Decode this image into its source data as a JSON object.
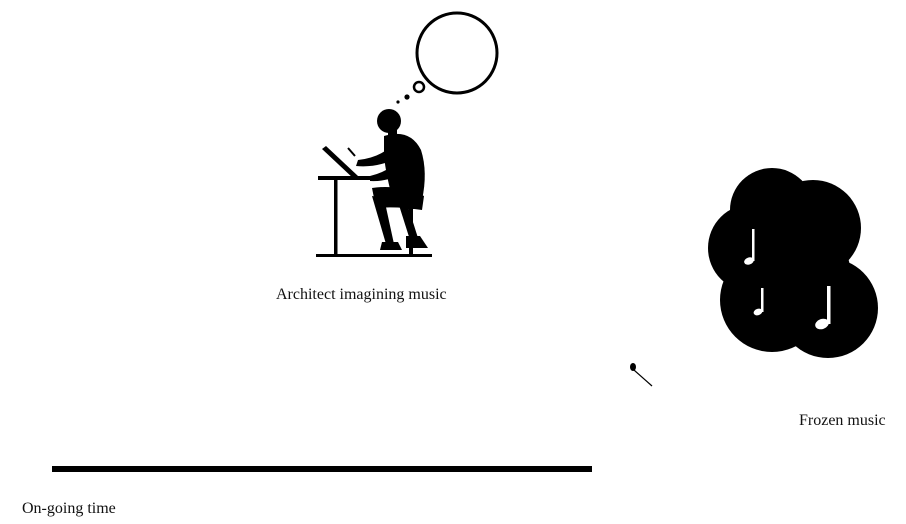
{
  "labels": {
    "architect": "Architect imagining music",
    "frozen": "Frozen music",
    "time": "On-going time"
  },
  "icons": {
    "architect": "architect-at-drafting-table-icon",
    "thought": "thought-bubble-icon",
    "frozen_music": "frozen-music-cloud-icon",
    "note": "music-note-icon",
    "pin": "small-pin-icon"
  },
  "colors": {
    "ink": "#000000",
    "paper": "#ffffff"
  }
}
